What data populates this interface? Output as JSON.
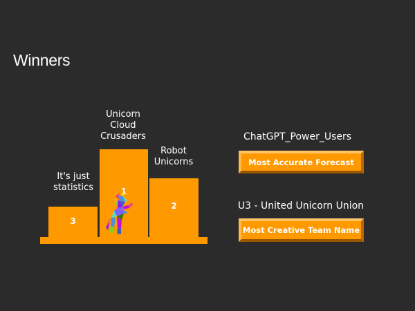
{
  "slide": {
    "title": "Winners"
  },
  "podium": {
    "first": {
      "team": "Unicorn Cloud Crusaders",
      "place": "1"
    },
    "second": {
      "team": "Robot Unicorns",
      "place": "2"
    },
    "third": {
      "team": "It's just statistics",
      "place": "3"
    }
  },
  "awards": [
    {
      "winner": "ChatGPT_Power_Users",
      "label": "Most Accurate Forecast"
    },
    {
      "winner": "U3 - United Unicorn Union",
      "label": "Most Creative Team Name"
    }
  ],
  "colors": {
    "background": "#2b2b2b",
    "accent": "#ff9900",
    "text": "#ffffff"
  }
}
